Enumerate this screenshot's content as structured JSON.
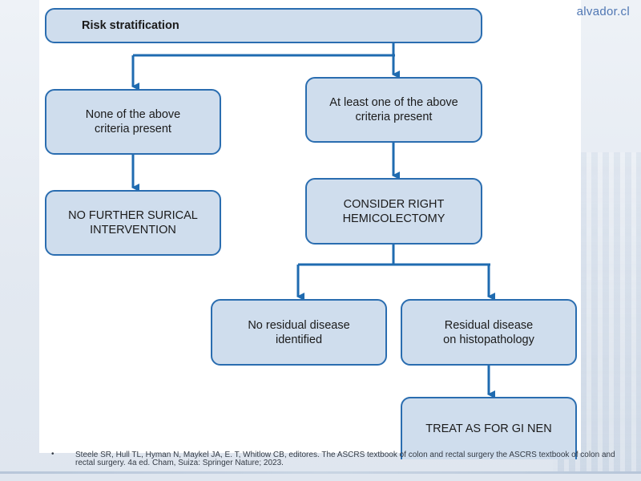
{
  "site_tag": "alvador.cl",
  "flowchart": {
    "root": "Risk stratification",
    "left_branch": {
      "condition": "None of the above\ncriteria present",
      "outcome": "NO FURTHER SURICAL\nINTERVENTION"
    },
    "right_branch": {
      "condition": "At least one of the above\ncriteria present",
      "action": "CONSIDER RIGHT\nHEMICOLECTOMY",
      "sub_left": "No residual disease\nidentified",
      "sub_right": "Residual disease\non histopathology",
      "final": "TREAT AS FOR GI NEN"
    }
  },
  "citation": {
    "bullet": "•",
    "text": "Steele SR, Hull TL, Hyman N, Maykel JA, E. T, Whitlow CB, editores. The ASCRS textbook of colon and rectal surgery the ASCRS textbook of colon and rectal surgery. 4a ed. Cham, Suiza: Springer Nature; 2023."
  },
  "colors": {
    "box_fill": "#cfdded",
    "box_border": "#2a6db0",
    "connector": "#1f6bb0",
    "site_tag": "#4f77b3"
  }
}
